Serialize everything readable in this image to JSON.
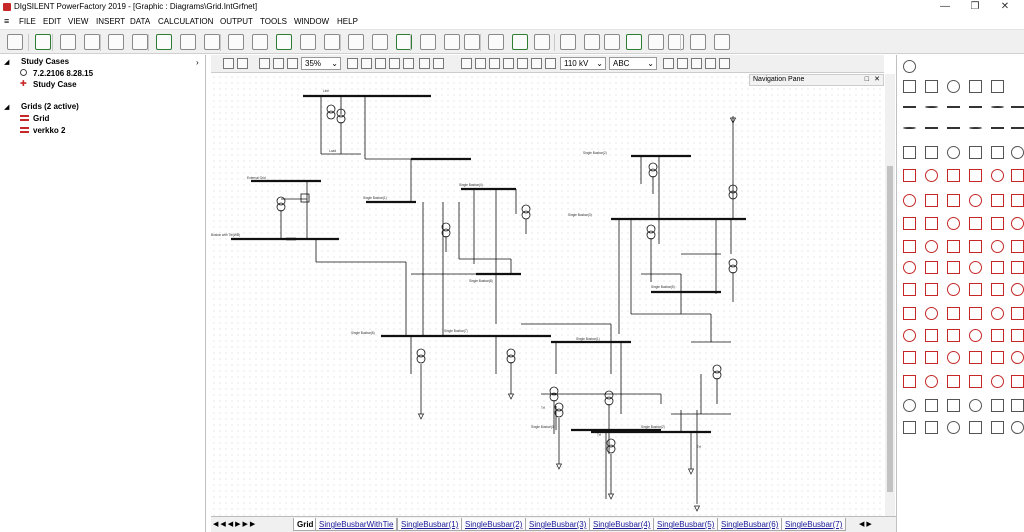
{
  "window": {
    "title": "DIgSILENT PowerFactory 2019 - [Graphic : Diagrams\\Grid.IntGrfnet]",
    "minimize": "—",
    "restore": "❐",
    "close": "✕"
  },
  "menu": [
    "FILE",
    "EDIT",
    "VIEW",
    "INSERT",
    "DATA",
    "CALCULATION",
    "OUTPUT",
    "TOOLS",
    "WINDOW",
    "HELP"
  ],
  "tree": {
    "study_cases": {
      "label": "Study Cases",
      "version": "7.2.2106 8.28.15",
      "study_case": "Study Case"
    },
    "grids": {
      "label": "Grids (2 active)",
      "items": [
        "Grid",
        "verkko 2"
      ]
    }
  },
  "graphic_toolbar": {
    "zoom": "35%",
    "voltage": "110 kV",
    "text_style": "ABC"
  },
  "nav_pane": {
    "title": "Navigation Pane"
  },
  "tabs": [
    "Grid",
    "SingleBusbarWithTie",
    "SingleBusbar(1)",
    "SingleBusbar(2)",
    "SingleBusbar(3)",
    "SingleBusbar(4)",
    "SingleBusbar(5)",
    "SingleBusbar(6)",
    "SingleBusbar(7)"
  ],
  "active_tab": "Grid",
  "diagram": {
    "labels": [
      "Single Busbar(4)",
      "Single Busbar(1)",
      "Single Busbar(2)",
      "Single Busbar(3)",
      "Single Busbar(5)",
      "Single Busbar(6)",
      "Single Busbar(7)",
      "Single Busbar(8)",
      "External Grid",
      "Busbar with Tie(WB)",
      "Load",
      "Line",
      "Trf"
    ]
  },
  "colors": {
    "accent": "#c62828",
    "line": "#000000",
    "link": "#1a1a9a"
  }
}
